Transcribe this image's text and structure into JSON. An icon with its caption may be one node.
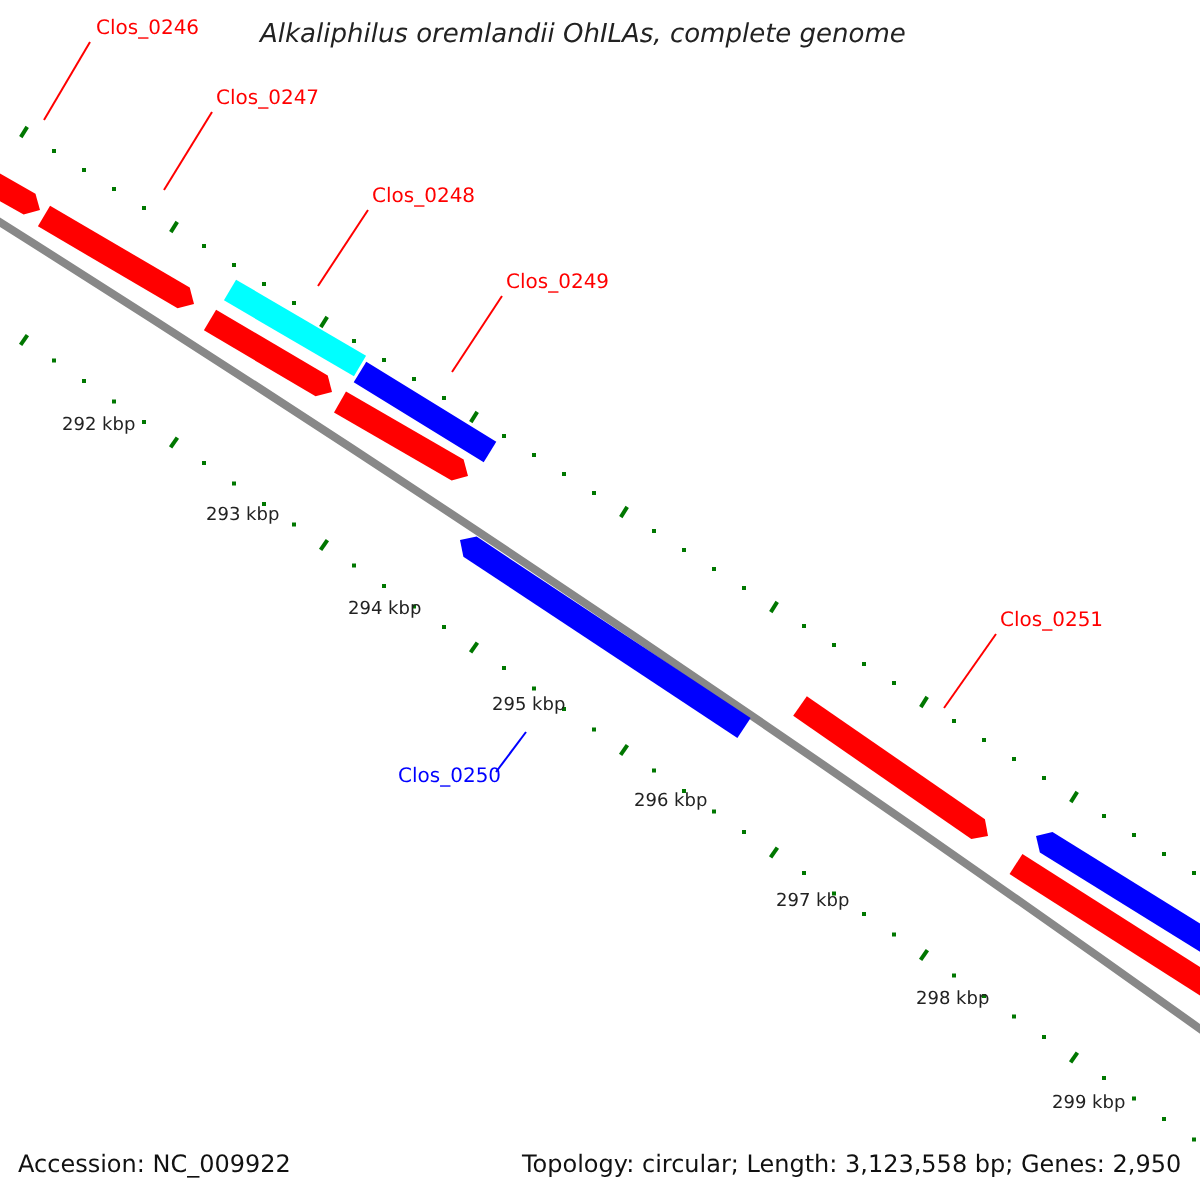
{
  "diagram": {
    "title": "Alkaliphilus oremlandii OhILAs, complete genome",
    "nodes": [
      {
        "text": [
          "Clos_0246"
        ]
      },
      {
        "text": [
          "Clos_0247"
        ]
      },
      {
        "text": [
          "Clos_0248"
        ]
      },
      {
        "text": [
          "Clos_0249"
        ]
      },
      {
        "text": [
          "Clos_0251"
        ]
      },
      {
        "text": [
          "Clos_0250"
        ]
      }
    ],
    "edges": [
      {
        "from": 0,
        "to": null,
        "arrow": "none"
      },
      {
        "from": 1,
        "to": null,
        "arrow": "none"
      },
      {
        "from": 2,
        "to": null,
        "arrow": "none"
      },
      {
        "from": 3,
        "to": null,
        "arrow": "none"
      },
      {
        "from": 4,
        "to": null,
        "arrow": "none"
      },
      {
        "from": 5,
        "to": null,
        "arrow": "none",
        "color": "#0000ff"
      }
    ],
    "labels": [
      "292 kbp",
      "293 kbp",
      "294 kbp",
      "295 kbp",
      "296 kbp",
      "297 kbp",
      "298 kbp",
      "299 kbp",
      "Accession: NC_009922",
      "Topology: circular; Length: 3,123,558 bp; Genes: 2,950"
    ]
  }
}
